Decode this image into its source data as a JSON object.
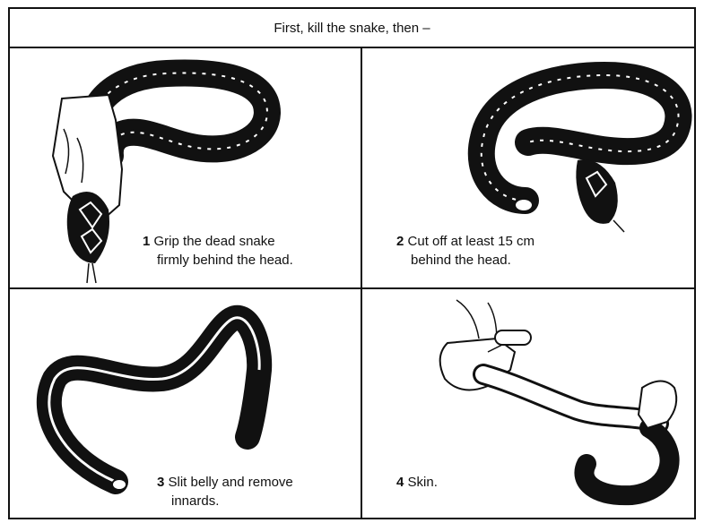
{
  "header": {
    "title": "First, kill the snake, then –"
  },
  "steps": [
    {
      "number": "1",
      "line1": "Grip the dead snake",
      "line2": "firmly behind the head."
    },
    {
      "number": "2",
      "line1": "Cut off at least 15 cm",
      "line2": "behind the head."
    },
    {
      "number": "3",
      "line1": "Slit belly and remove",
      "line2": "innards."
    },
    {
      "number": "4",
      "line1": "Skin.",
      "line2": ""
    }
  ]
}
